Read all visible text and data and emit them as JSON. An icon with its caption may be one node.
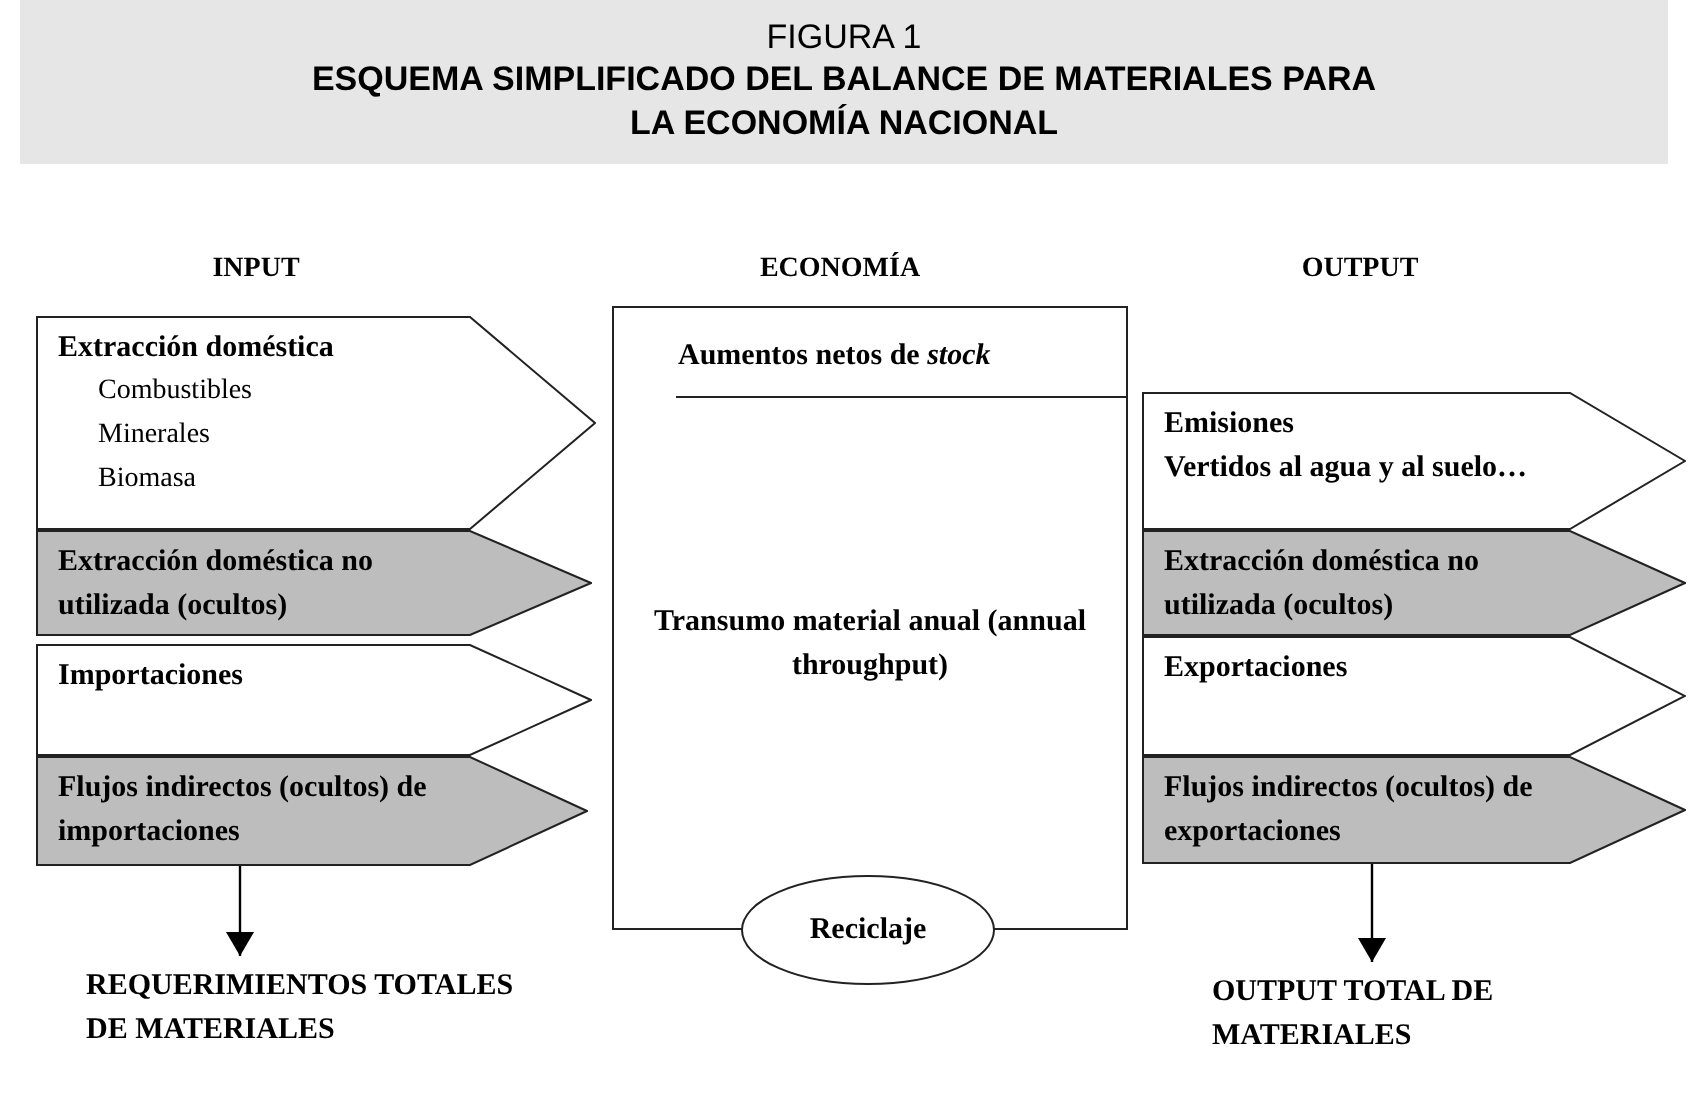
{
  "diagram": {
    "title": "ESQUEMA SIMPLIFICADO DEL BALANCE DE MATERIALES PARA LA ECONOMÍA NACIONAL",
    "nodes": [
      {
        "text": [
          "Extracción doméstica",
          "Combustibles",
          "Minerales",
          "Biomasa"
        ]
      },
      {
        "text": [
          "Extracción doméstica no utilizada (ocultos)"
        ]
      },
      {
        "text": [
          "Importaciones"
        ]
      },
      {
        "text": [
          "Flujos indirectos (ocultos) de importaciones"
        ]
      },
      {
        "text": [
          "Aumentos netos de *stock*",
          "Transumo material anual (annual throughput)"
        ]
      },
      {
        "text": [
          "Reciclaje"
        ]
      },
      {
        "text": [
          "Emisiones",
          "Vertidos al agua y al suelo…"
        ]
      },
      {
        "text": [
          "Extracción doméstica no utilizada (ocultos)"
        ]
      },
      {
        "text": [
          "Exportaciones"
        ]
      },
      {
        "text": [
          "Flujos indirectos (ocultos) de exportaciones"
        ]
      },
      {
        "text": [
          "REQUERIMIENTOS TOTALES DE MATERIALES"
        ]
      },
      {
        "text": [
          "OUTPUT TOTAL DE MATERIALES"
        ]
      }
    ],
    "edges": [
      {
        "from": 3,
        "to": 10,
        "arrow": "to"
      },
      {
        "from": 9,
        "to": 11,
        "arrow": "to"
      }
    ],
    "labels": [
      "FIGURA 1",
      "INPUT",
      "ECONOMÍA",
      "OUTPUT"
    ]
  }
}
